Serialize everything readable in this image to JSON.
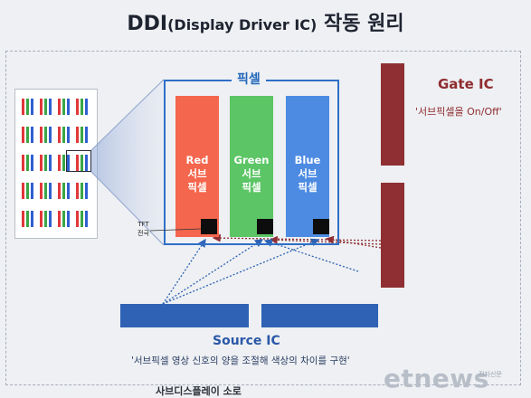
{
  "title": {
    "main": "DDI",
    "paren": "(Display Driver IC)",
    "suffix": " 작동 원리"
  },
  "pixel_label": "픽셀",
  "subpixels": [
    {
      "line1": "Red",
      "line2": "서브",
      "line3": "픽셀",
      "color": "#f4664d"
    },
    {
      "line1": "Green",
      "line2": "서브",
      "line3": "픽셀",
      "color": "#5cc565"
    },
    {
      "line1": "Blue",
      "line2": "서브",
      "line3": "픽셀",
      "color": "#4d8be3"
    }
  ],
  "tft_label": {
    "line1": "TFT",
    "line2": "전극"
  },
  "gate_ic": {
    "title": "Gate IC",
    "subtitle": "'서브픽셀을 On/Off'"
  },
  "source_ic": {
    "title": "Source IC",
    "subtitle": "'서브픽셀 영상 신호의 양을 조절해 색상의 차이를 구현'"
  },
  "bottom_caption": "사브디스플레이 소로",
  "watermark": {
    "brand": "etnews",
    "sub": "전자신문"
  },
  "colors": {
    "gate": "#8f2f33",
    "source": "#2f62b4",
    "pixel_frame": "#2f6fc7",
    "mini_red": "#e0383a",
    "mini_green": "#3aa646",
    "mini_blue": "#2f5fd0"
  }
}
